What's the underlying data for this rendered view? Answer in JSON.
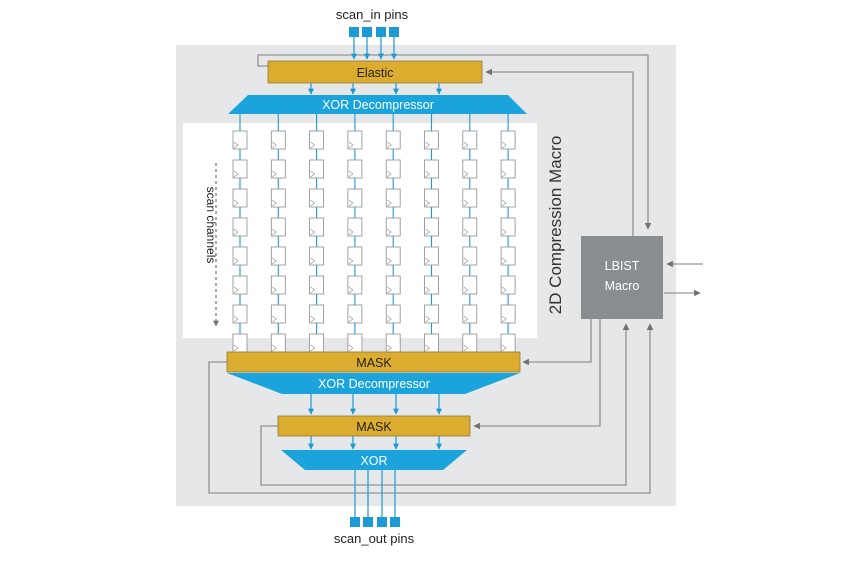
{
  "pins": {
    "scan_in_label": "scan_in pins",
    "scan_out_label": "scan_out pins"
  },
  "blocks": {
    "elastic": "Elastic",
    "xor_decompressor_top": "XOR Decompressor",
    "mask_top": "MASK",
    "xor_decompressor_bottom": "XOR Decompressor",
    "mask_bottom": "MASK",
    "xor": "XOR",
    "lbist_line1": "LBIST",
    "lbist_line2": "Macro"
  },
  "labels": {
    "scan_channels": "scan channels",
    "macro_title": "2D Compression Macro"
  },
  "structure": {
    "scan_channel_count": 8,
    "flops_per_channel": 8,
    "scan_in_pin_count": 4,
    "scan_out_pin_count": 4
  },
  "colors": {
    "macro_background": "#e6e7e8",
    "block_gold": "#dcac2e",
    "block_blue": "#1ba4dc",
    "lbist_grey": "#8a8d8f",
    "pin_blue": "#1b9ad6",
    "line_grey": "#7d7f81"
  }
}
